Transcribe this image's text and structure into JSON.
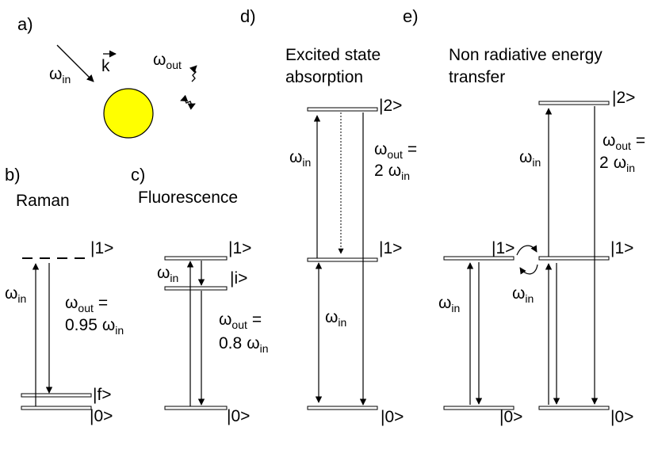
{
  "panels": {
    "a": {
      "letter": "a)",
      "omega": "ω",
      "in_sub": "in",
      "out_sub": "out",
      "k": "k",
      "sphere_color": "#ffff00"
    },
    "b": {
      "letter": "b)",
      "title": "Raman",
      "level_1": "|1>",
      "level_f": "|f>",
      "level_0": "|0>",
      "omega": "ω",
      "in_sub": "in",
      "out_sub": "out",
      "eq": "=",
      "factor": "0.95"
    },
    "c": {
      "letter": "c)",
      "title": "Fluorescence",
      "level_1": "|1>",
      "level_i": "|i>",
      "level_0": "|0>",
      "omega": "ω",
      "in_sub": "in",
      "out_sub": "out",
      "eq": "=",
      "factor": "0.8"
    },
    "d": {
      "letter": "d)",
      "title_line1": "Excited state",
      "title_line2": "absorption",
      "level_2": "|2>",
      "level_1": "|1>",
      "level_0": "|0>",
      "omega": "ω",
      "in_sub": "in",
      "out_sub": "out",
      "eq": "=",
      "factor": "2"
    },
    "e": {
      "letter": "e)",
      "title_line1": "Non radiative energy",
      "title_line2": "transfer",
      "level_2": "|2>",
      "level_1_left": "|1>",
      "level_1_right": "|1>",
      "level_0_left": "|0>",
      "level_0_right": "|0>",
      "omega": "ω",
      "in_sub": "in",
      "out_sub": "out",
      "eq": "=",
      "factor": "2"
    }
  }
}
